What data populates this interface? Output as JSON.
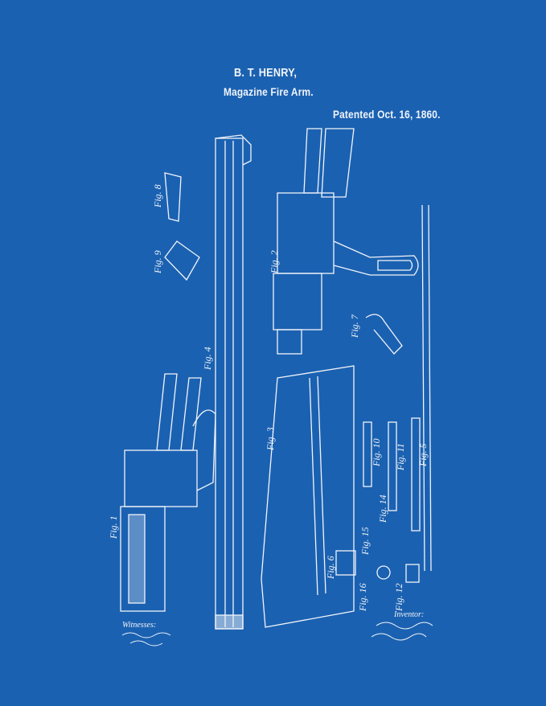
{
  "header": {
    "title": "B. T. HENRY,",
    "subtitle": "Magazine Fire Arm.",
    "patented": "Patented Oct. 16, 1860."
  },
  "figures": [
    "Fig. 1",
    "Fig. 2",
    "Fig. 3",
    "Fig. 4",
    "Fig. 5",
    "Fig. 6",
    "Fig. 7",
    "Fig. 8",
    "Fig. 9",
    "Fig. 10",
    "Fig. 11",
    "Fig. 12",
    "Fig. 14",
    "Fig. 15",
    "Fig. 16"
  ],
  "footer": {
    "witnesses_label": "Witnesses:",
    "inventor_label": "Inventor:"
  },
  "colors": {
    "background": "#1b61b1",
    "ink": "#f2f5fa"
  }
}
